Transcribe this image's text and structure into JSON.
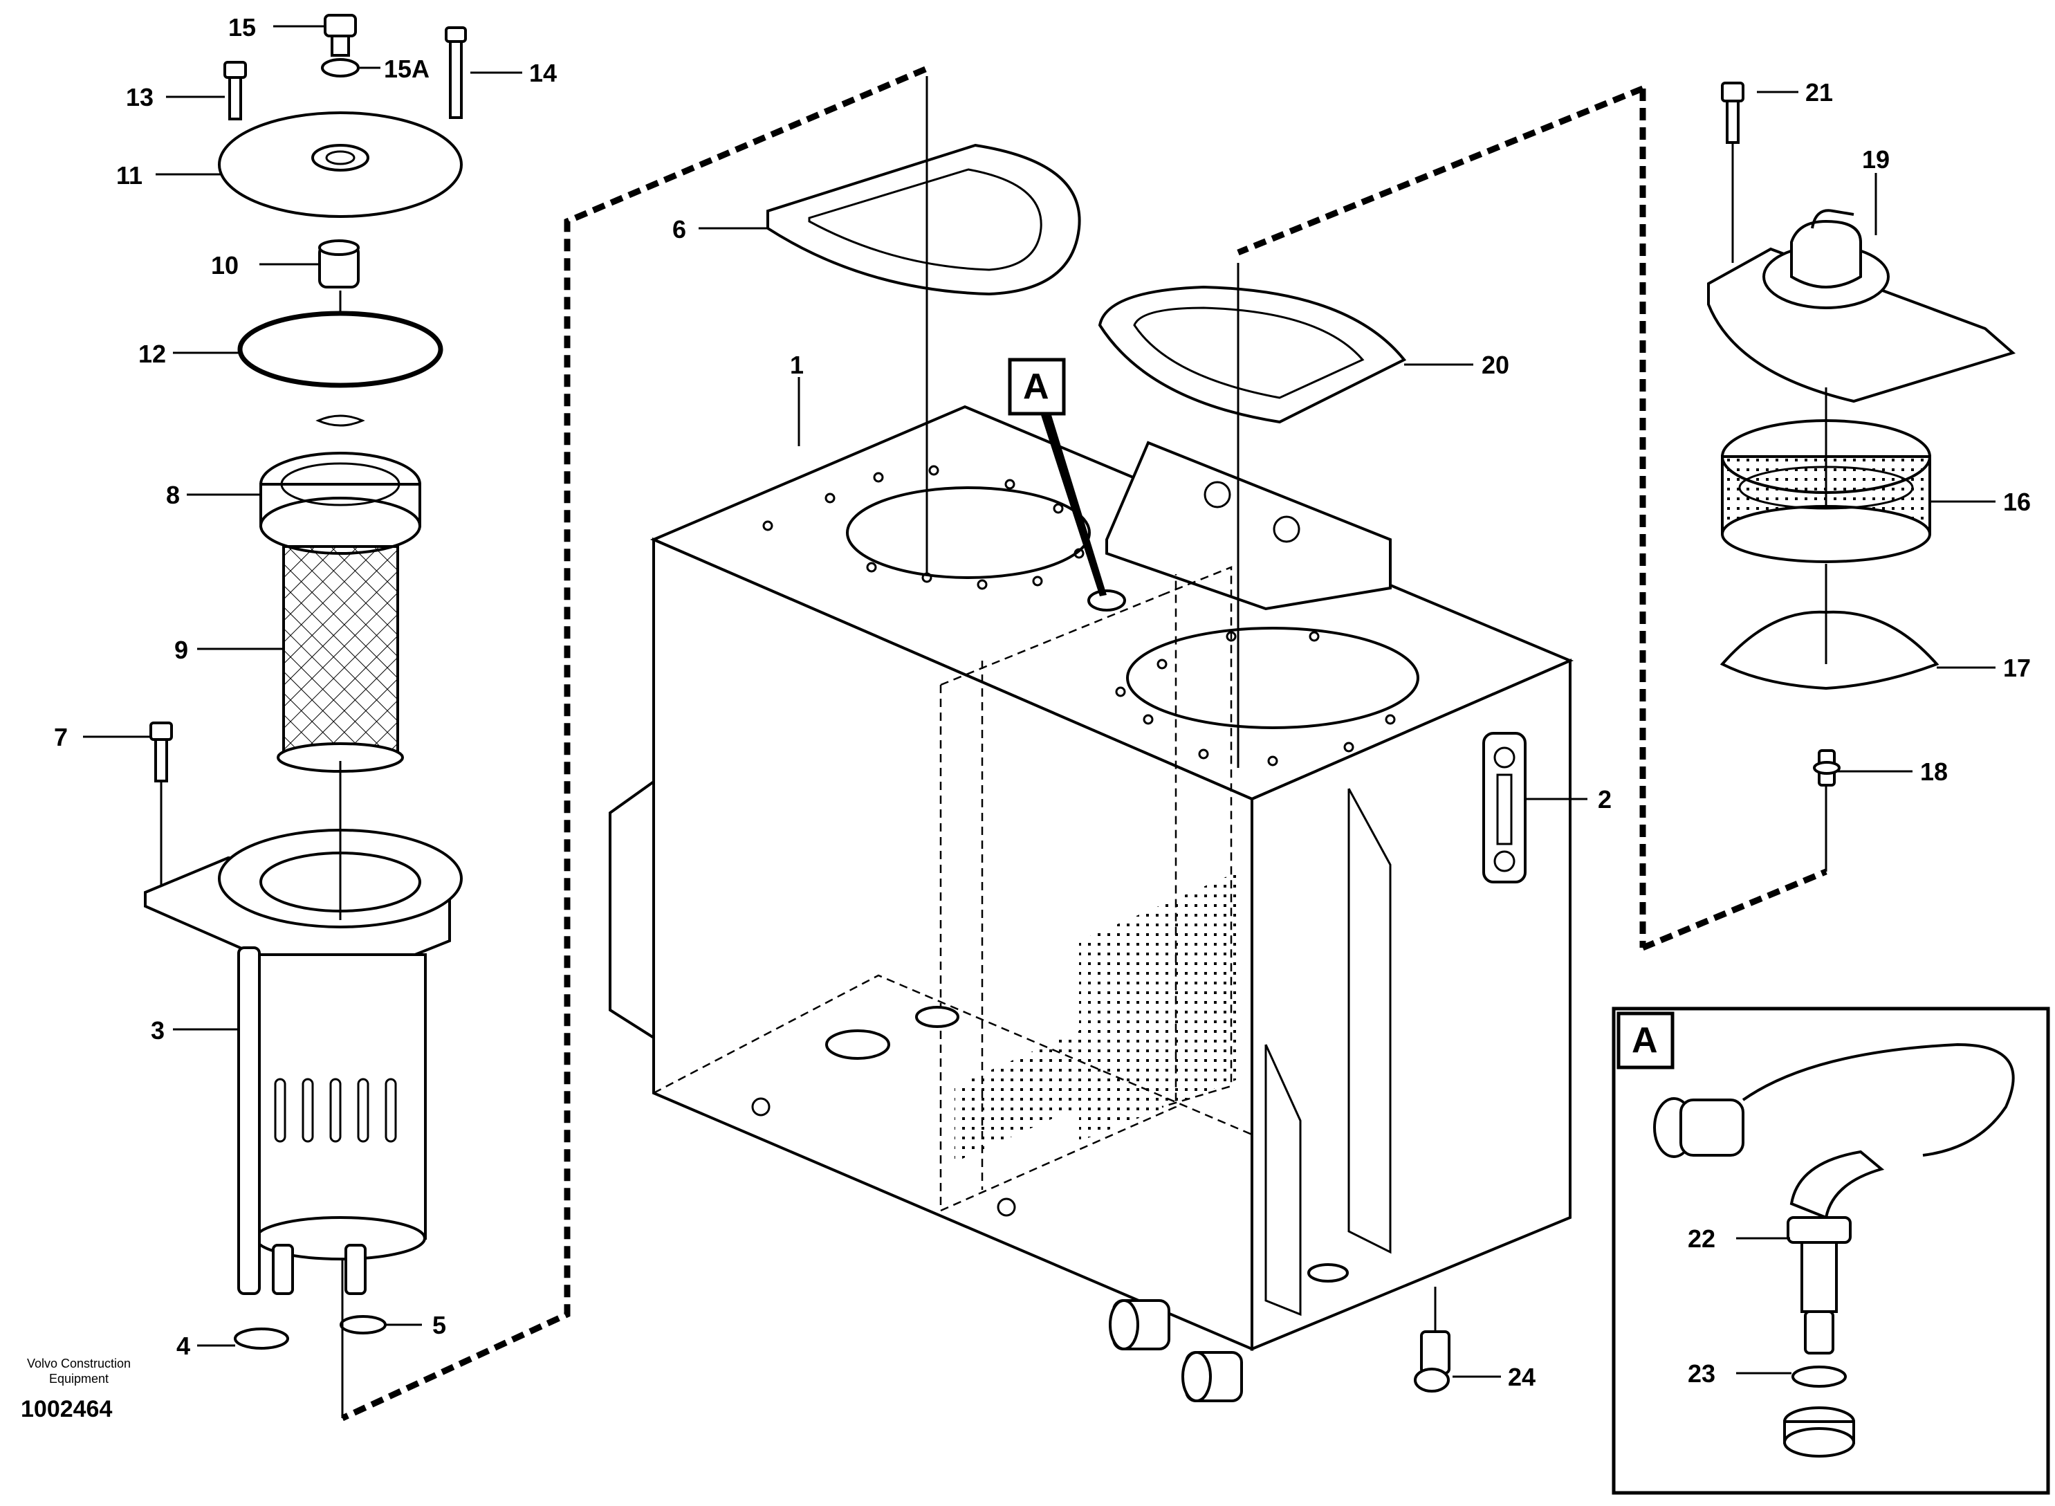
{
  "publisher": "Volvo Construction Equipment",
  "document_number": "1002464",
  "detail_label": "A",
  "callouts": {
    "p1": "1",
    "p2": "2",
    "p3": "3",
    "p4": "4",
    "p5": "5",
    "p6": "6",
    "p7": "7",
    "p8": "8",
    "p9": "9",
    "p10": "10",
    "p11": "11",
    "p12": "12",
    "p13": "13",
    "p14": "14",
    "p15": "15",
    "p15a": "15A",
    "p16": "16",
    "p17": "17",
    "p18": "18",
    "p19": "19",
    "p20": "20",
    "p21": "21",
    "p22": "22",
    "p23": "23",
    "p24": "24"
  }
}
